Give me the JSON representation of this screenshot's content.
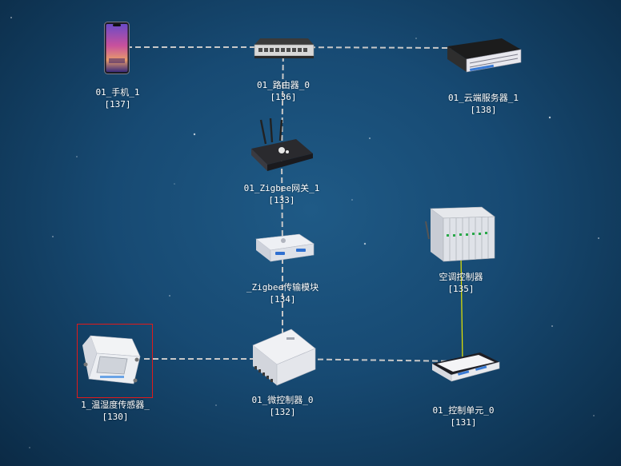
{
  "colors": {
    "background": "#174a73",
    "link": "#c8c8c8",
    "power_link": "#e6e600",
    "selection": "#e01a1a",
    "label": "#ffffff"
  },
  "nodes": {
    "phone": {
      "name": "01_手机_1",
      "id": "[137]",
      "icon": "smartphone-icon"
    },
    "router": {
      "name": "01_路由器_0",
      "id": "[136]",
      "icon": "router-icon"
    },
    "cloud_server": {
      "name": "01_云端服务器_1",
      "id": "[138]",
      "icon": "server-icon"
    },
    "zigbee_gateway": {
      "name": "01_Zigbee网关_1",
      "id": "[133]",
      "icon": "zigbee-gateway-icon"
    },
    "zigbee_module": {
      "name": "_Zigbee传输模块",
      "id": "[134]",
      "icon": "zigbee-module-icon"
    },
    "ac_controller": {
      "name": "空调控制器",
      "id": "[135]",
      "icon": "ac-controller-icon"
    },
    "th_sensor": {
      "name": "1_温湿度传感器_",
      "id": "[130]",
      "icon": "temperature-humidity-sensor-icon"
    },
    "microcontroller": {
      "name": "01_微控制器_0",
      "id": "[132]",
      "icon": "microcontroller-icon"
    },
    "control_unit": {
      "name": "01_控制单元_0",
      "id": "[131]",
      "icon": "control-unit-icon"
    }
  },
  "links": [
    {
      "from": "phone",
      "to": "router",
      "style": "dashed"
    },
    {
      "from": "router",
      "to": "cloud_server",
      "style": "dashed"
    },
    {
      "from": "router",
      "to": "zigbee_gateway",
      "style": "dashed"
    },
    {
      "from": "zigbee_gateway",
      "to": "zigbee_module",
      "style": "dashed"
    },
    {
      "from": "zigbee_module",
      "to": "microcontroller",
      "style": "dashed"
    },
    {
      "from": "th_sensor",
      "to": "microcontroller",
      "style": "dashed"
    },
    {
      "from": "microcontroller",
      "to": "control_unit",
      "style": "dashed"
    },
    {
      "from": "ac_controller",
      "to": "control_unit",
      "style": "solid"
    }
  ],
  "selected": "th_sensor"
}
